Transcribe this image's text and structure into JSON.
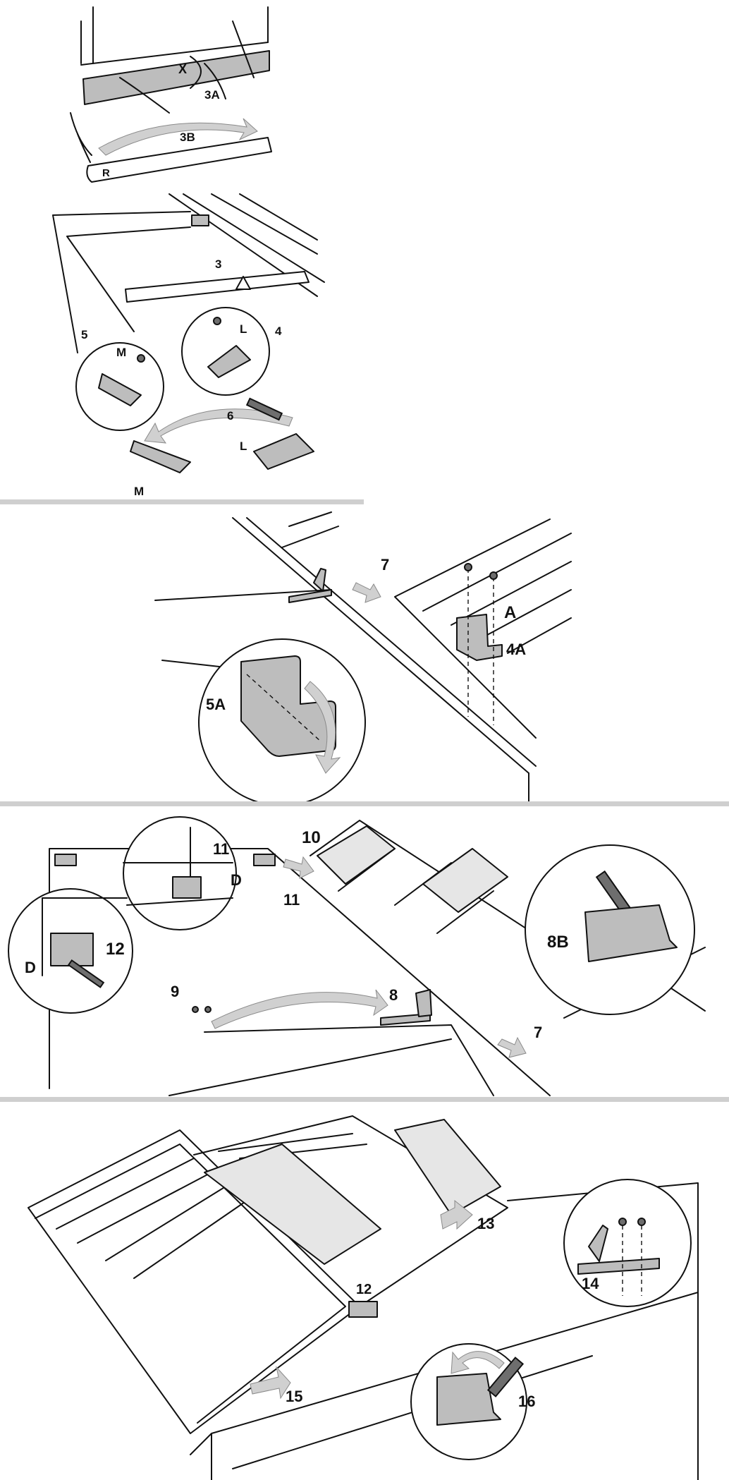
{
  "panels": [
    {
      "id": "step-remove-grille",
      "labels": {
        "x": "X",
        "a3": "3A",
        "b3": "3B",
        "r": "R",
        "n3": "3",
        "n4": "4",
        "n5": "5",
        "l1": "L",
        "m1": "M",
        "n6": "6",
        "l2": "L",
        "m2": "M"
      }
    },
    {
      "id": "step-hinge-bracket",
      "labels": {
        "n7": "7",
        "a": "A",
        "a4": "4A",
        "a5": "5A"
      }
    },
    {
      "id": "step-middle-hinge",
      "labels": {
        "n10": "10",
        "n11a": "11",
        "d1": "D",
        "n11b": "11",
        "n12": "12",
        "d2": "D",
        "n9": "9",
        "n8": "8",
        "b8": "8B",
        "n7": "7"
      }
    },
    {
      "id": "step-reinstall-doors",
      "labels": {
        "n13": "13",
        "n12": "12",
        "n14": "14",
        "n15": "15",
        "n16": "16"
      }
    }
  ],
  "colors": {
    "line": "#111111",
    "separator": "#cfcfcf",
    "part_fill": "#bdbdbd",
    "arrow_fill": "#d0d0d0"
  }
}
